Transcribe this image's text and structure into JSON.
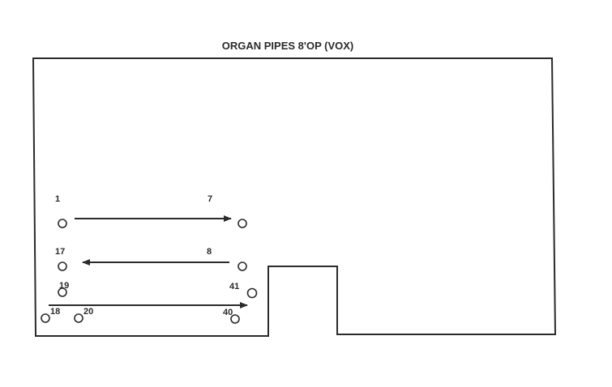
{
  "title": "ORGAN PIPES  8'OP (VOX)",
  "pipes": {
    "p1": "1",
    "p7": "7",
    "p17": "17",
    "p8": "8",
    "p19": "19",
    "p41": "41",
    "p18": "18",
    "p20": "20",
    "p40": "40"
  },
  "colors": {
    "ink": "#2a2a2a",
    "paper": "#ffffff"
  }
}
